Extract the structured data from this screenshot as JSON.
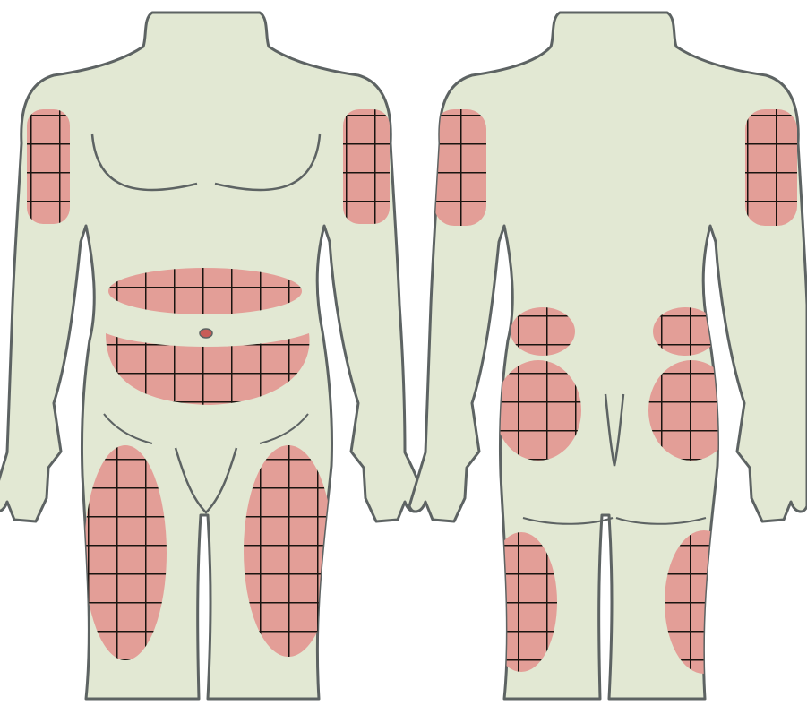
{
  "figure": {
    "views": [
      {
        "id": "front",
        "sites": [
          "upper-arm-right",
          "upper-arm-left",
          "abdomen-upper",
          "abdomen-lower",
          "thigh-right",
          "thigh-left"
        ]
      },
      {
        "id": "back",
        "sites": [
          "upper-arm-left",
          "upper-arm-right",
          "lower-back-left",
          "lower-back-right",
          "buttock-left",
          "buttock-right",
          "thigh-back-left",
          "thigh-back-right"
        ]
      }
    ],
    "colors": {
      "skin": "#e2e8d3",
      "outline": "#5d6363",
      "site_fill": "#e39e97",
      "grid": "#1b1410",
      "background": "#ffffff"
    }
  }
}
